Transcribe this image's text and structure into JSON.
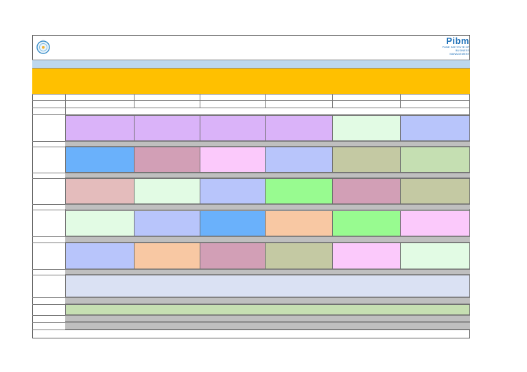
{
  "header": {
    "left_logo_icon": "institution-seal-icon",
    "right_logo_icon": "pibm-logo-icon",
    "right_logo_text": "Pibm",
    "right_logo_sub1": "PUNE INSTITUTE OF",
    "right_logo_sub2": "BUSINESS MANAGEMENT"
  },
  "colors": {
    "band_blue": "#bdd7ee",
    "band_orange": "#ffc000",
    "row_separator": "#bfbfbf"
  },
  "grid": {
    "rows": [
      [
        "lavender",
        "lavender",
        "lavender",
        "lavender",
        "mint",
        "periwinkle"
      ],
      [
        "blue",
        "mauve",
        "pink",
        "periwinkle",
        "olive",
        "sage"
      ],
      [
        "rose",
        "mint",
        "periwinkle",
        "lime",
        "mauve",
        "olive"
      ],
      [
        "mint",
        "periwinkle",
        "blue",
        "peach",
        "lime",
        "pink"
      ],
      [
        "periwinkle",
        "peach",
        "mauve",
        "olive",
        "pink",
        "mint"
      ]
    ]
  }
}
